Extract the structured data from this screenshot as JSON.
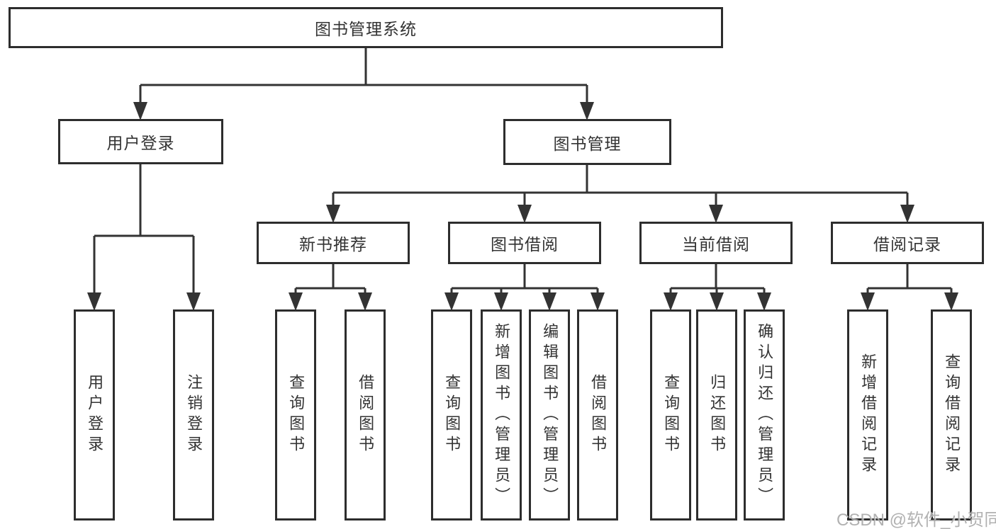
{
  "tree": {
    "root": {
      "label": "图书管理系统",
      "children": [
        {
          "label": "用户登录",
          "children": [
            {
              "label": "用户登录"
            },
            {
              "label": "注销登录"
            }
          ]
        },
        {
          "label": "图书管理",
          "children": [
            {
              "label": "新书推荐",
              "children": [
                {
                  "label": "查询图书"
                },
                {
                  "label": "借阅图书"
                }
              ]
            },
            {
              "label": "图书借阅",
              "children": [
                {
                  "label": "查询图书"
                },
                {
                  "label": "新增图书（管理员）"
                },
                {
                  "label": "编辑图书（管理员）"
                },
                {
                  "label": "借阅图书"
                }
              ]
            },
            {
              "label": "当前借阅",
              "children": [
                {
                  "label": "查询图书"
                },
                {
                  "label": "归还图书"
                },
                {
                  "label": "确认归还（管理员）"
                }
              ]
            },
            {
              "label": "借阅记录",
              "children": [
                {
                  "label": "新增借阅记录"
                },
                {
                  "label": "查询借阅记录"
                }
              ]
            }
          ]
        }
      ]
    }
  },
  "watermark": "CSDN @软件_小贺同学",
  "colors": {
    "line": "#333333",
    "box_border": "#2d2d2d",
    "text": "#333333",
    "background": "#ffffff",
    "watermark": "#a9a9a9"
  }
}
